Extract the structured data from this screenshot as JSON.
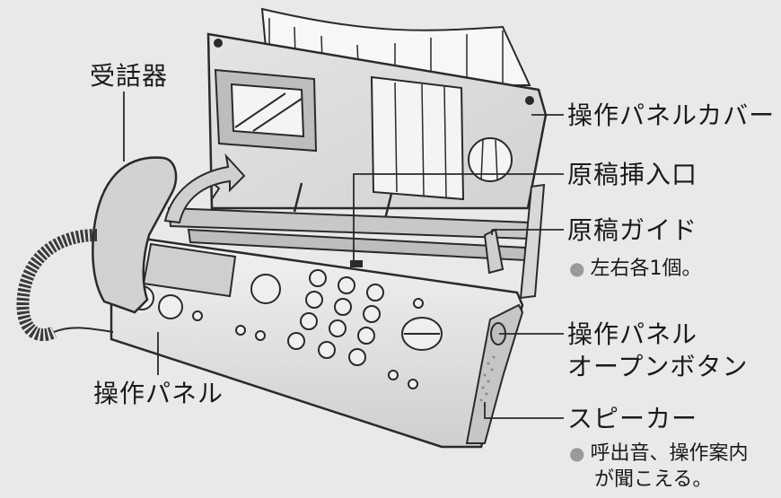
{
  "labels": {
    "handset": "受話器",
    "panel_cover": "操作パネルカバー",
    "doc_slot": "原稿挿入口",
    "doc_guide": "原稿ガイド",
    "doc_guide_note": "左右各1個。",
    "open_button_line1": "操作パネル",
    "open_button_line2": "オープンボタン",
    "speaker": "スピーカー",
    "speaker_note_line1": "呼出音、操作案内",
    "speaker_note_line2": "が聞こえる。",
    "control_panel": "操作パネル"
  },
  "bullet_symbol": "●",
  "colors": {
    "background": "#e9e9e9",
    "device_body": "#d6d6d6",
    "outline": "#2a2a2a",
    "bullet": "#9a9a9a"
  }
}
